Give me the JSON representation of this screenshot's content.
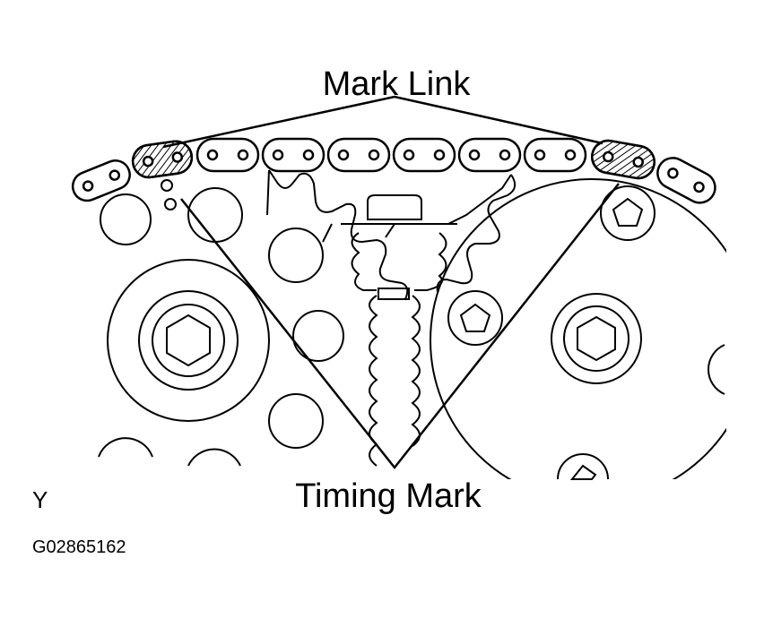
{
  "labels": {
    "top_callout": "Mark Link",
    "bottom_callout": "Timing Mark",
    "corner_letter": "Y",
    "figure_code": "G02865162"
  },
  "colors": {
    "ink": "#000000",
    "paper": "#ffffff"
  }
}
